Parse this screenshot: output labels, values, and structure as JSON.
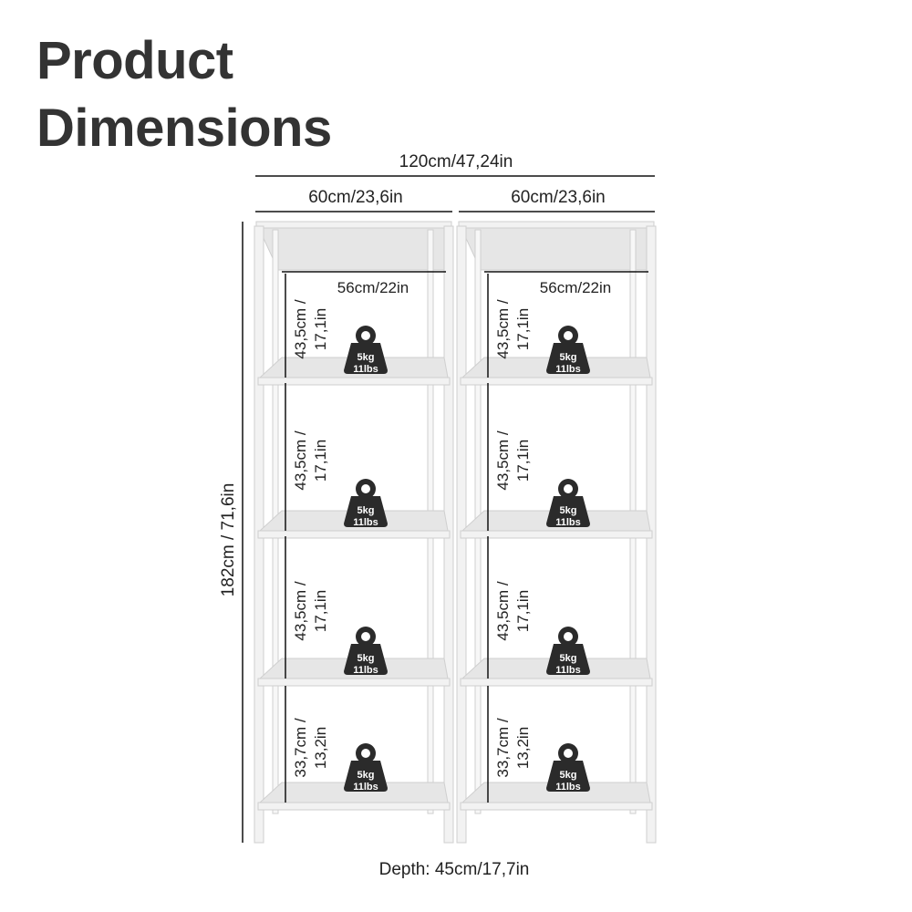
{
  "title": {
    "line1": "Product",
    "line2": "Dimensions"
  },
  "dimensions": {
    "total_width": "120cm/47,24in",
    "left_width": "60cm/23,6in",
    "right_width": "60cm/23,6in",
    "inner_width_left": "56cm/22in",
    "inner_width_right": "56cm/22in",
    "height": "182cm / 71,6in",
    "depth": "Depth: 45cm/17,7in"
  },
  "compartments": [
    {
      "line1": "43,5cm /",
      "line2": "17,1in"
    },
    {
      "line1": "43,5cm /",
      "line2": "17,1in"
    },
    {
      "line1": "43,5cm /",
      "line2": "17,1in"
    },
    {
      "line1": "33,7cm /",
      "line2": "13,2in"
    }
  ],
  "weight": {
    "kg": "5kg",
    "lbs": "11lbs"
  },
  "colors": {
    "frame": "#f2f2f2",
    "frame_edge": "#cfcfcf",
    "shelf": "#e6e6e6",
    "weight_icon": "#2b2b2b",
    "line": "#111111"
  }
}
